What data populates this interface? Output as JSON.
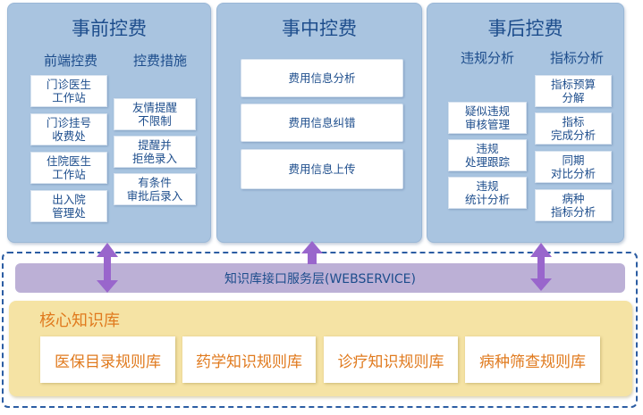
{
  "pre": {
    "title": "事前控费",
    "col1_title": "前端控费",
    "col2_title": "控费措施",
    "col1_items": [
      "门诊医生\n工作站",
      "门诊挂号\n收费处",
      "住院医生\n工作站",
      "出入院\n管理处"
    ],
    "col2_items": [
      "友情提醒\n不限制",
      "提醒并\n拒绝录入",
      "有条件\n审批后录入"
    ]
  },
  "mid": {
    "title": "事中控费",
    "items": [
      "费用信息分析",
      "费用信息纠错",
      "费用信息上传"
    ]
  },
  "post": {
    "title": "事后控费",
    "col1_title": "违规分析",
    "col2_title": "指标分析",
    "col1_items": [
      "疑似违规\n审核管理",
      "违规\n处理跟踪",
      "违规\n统计分析"
    ],
    "col2_items": [
      "指标预算\n分解",
      "指标\n完成分析",
      "同期\n对比分析",
      "病种\n指标分析"
    ]
  },
  "service_layer": "知识库接口服务层(WEBSERVICE)",
  "knowledge": {
    "title": "核心知识库",
    "items": [
      "医保目录规则库",
      "药学知识规则库",
      "诊疗知识规则库",
      "病种筛查规则库"
    ]
  },
  "colors": {
    "panel": "#a9c4e0",
    "text_blue": "#1d4d8c",
    "service_bar": "#bcb0d6",
    "arrow": "#9966cc",
    "knowledge_bg": "#f5e3a4",
    "knowledge_text": "#e07a1e",
    "dashed_border": "#2c5da3"
  }
}
